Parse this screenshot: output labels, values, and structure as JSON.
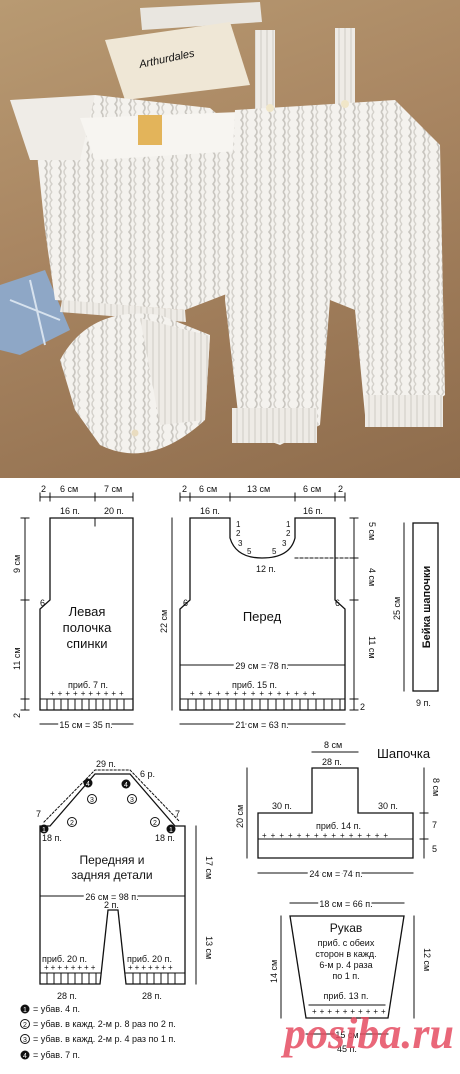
{
  "photo": {
    "tag_text": "Arthurdales"
  },
  "back": {
    "top_left": "2",
    "top_mid": "6 см",
    "top_right": "7 см",
    "st_left": "16 п.",
    "st_right": "20 п.",
    "h_upper": "9 см",
    "h_lower": "11 см",
    "h_band": "2",
    "mark6": "6",
    "title_1": "Левая",
    "title_2": "полочка",
    "title_3": "спинки",
    "pick": "приб. 7 п.",
    "bottom": "15 см = 35 п."
  },
  "front": {
    "top_a": "2",
    "top_b": "6 см",
    "top_c": "13 см",
    "top_d": "6 см",
    "top_e": "2",
    "st_left": "16 п.",
    "st_right": "16 п.",
    "neck_marks": [
      "1",
      "2",
      "3",
      "5",
      "5",
      "3",
      "2",
      "1"
    ],
    "neck_st": "12 п.",
    "h_5": "5 см",
    "h_4": "4 см",
    "h_11": "11 см",
    "h_22": "22 см",
    "h_band": "2",
    "mark6": "6",
    "title": "Перед",
    "width_mid": "29 см = 78 п.",
    "pick": "приб. 15 п.",
    "bottom": "21 см = 63 п."
  },
  "band": {
    "title": "Бейка шапочки",
    "height": "25 см",
    "bottom": "9 п."
  },
  "panel": {
    "top_st": "29 п.",
    "r6": "6 р.",
    "left7": "7",
    "right7": "7",
    "left18": "18 п.",
    "right18": "18 п.",
    "title_1": "Передняя и",
    "title_2": "задняя детали",
    "width": "26 см = 98 п.",
    "gap": "2 п.",
    "h17": "17 см",
    "h13": "13 см",
    "pick_left": "приб. 20 п.",
    "pick_right": "приб. 20 п.",
    "bottom_left": "28 п.",
    "bottom_right": "28 п.",
    "circled": [
      "1",
      "2",
      "3",
      "4"
    ]
  },
  "legend": [
    {
      "num": "1",
      "text": "= убав. 4 п."
    },
    {
      "num": "2",
      "text": "= убав. в кажд. 2-м р. 8 раз по 2 п."
    },
    {
      "num": "3",
      "text": "= убав. в кажд. 2-м р. 4 раз по 1 п."
    },
    {
      "num": "4",
      "text": "= убав. 7 п."
    }
  ],
  "hat": {
    "title": "Шапочка",
    "top_cm": "8 см",
    "top_st": "28 п.",
    "left_st": "30 п.",
    "right_st": "30 п.",
    "h8": "8 см",
    "h7": "7",
    "h5": "5",
    "h20": "20 см",
    "pick": "приб. 14 п.",
    "bottom": "24 см = 74 п."
  },
  "sleeve": {
    "top": "18 см = 66 п.",
    "title": "Рукав",
    "note_1": "приб. с обеих",
    "note_2": "сторон в кажд.",
    "note_3": "6-м р. 4 раза",
    "note_4": "по 1 п.",
    "pick": "приб. 13 п.",
    "h14": "14 см",
    "h12": "12 см",
    "bottom_cm": "15 см",
    "bottom_st": "45 п."
  },
  "watermark": "posiba.ru"
}
